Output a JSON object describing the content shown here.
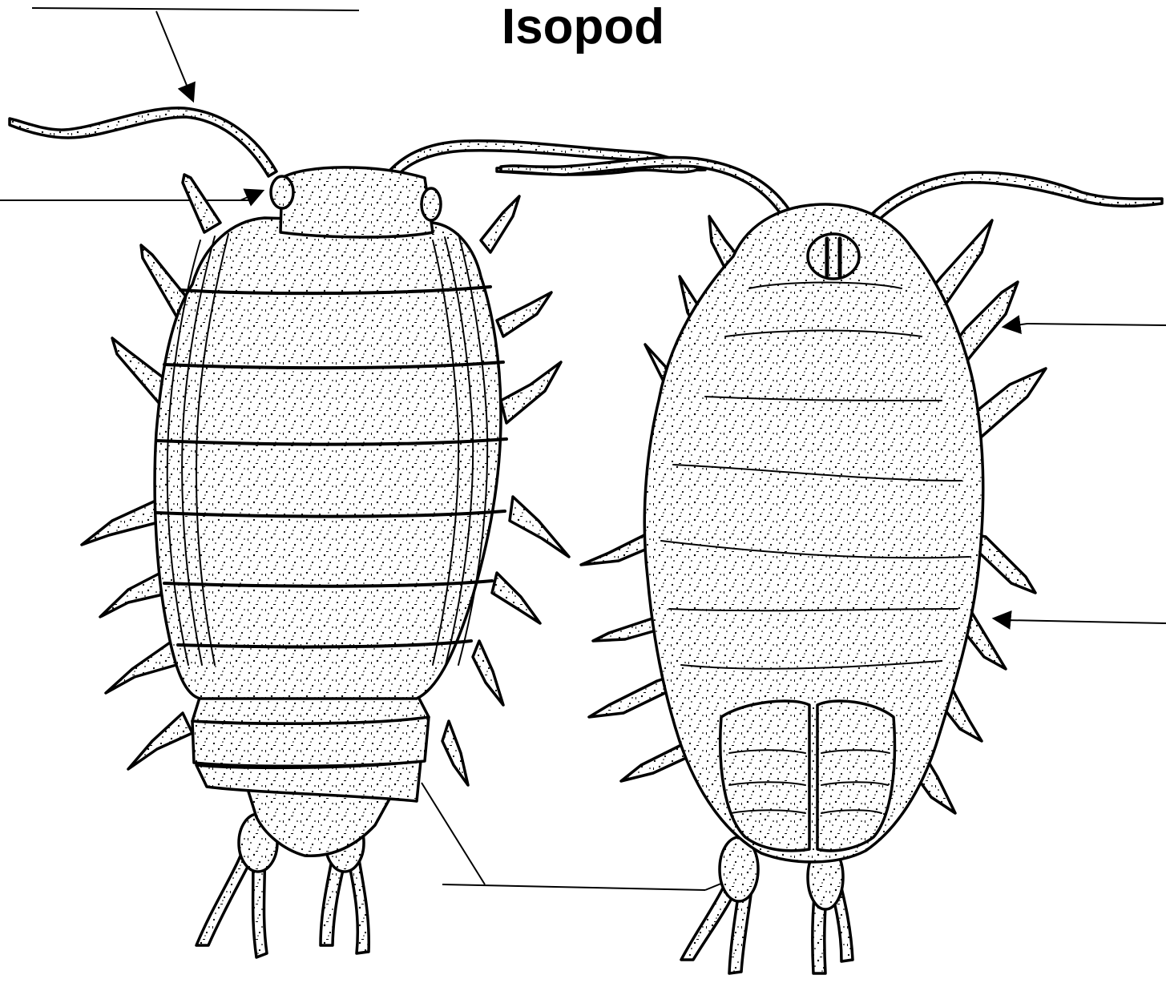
{
  "title": "Isopod",
  "colors": {
    "ink": "#000000",
    "paper": "#ffffff"
  },
  "figures": [
    {
      "view": "dorsal"
    },
    {
      "view": "ventral"
    }
  ],
  "label_lines": [
    {
      "side": "top-left"
    },
    {
      "side": "left"
    },
    {
      "side": "right-upper"
    },
    {
      "side": "right-lower"
    },
    {
      "side": "bottom-center"
    }
  ]
}
